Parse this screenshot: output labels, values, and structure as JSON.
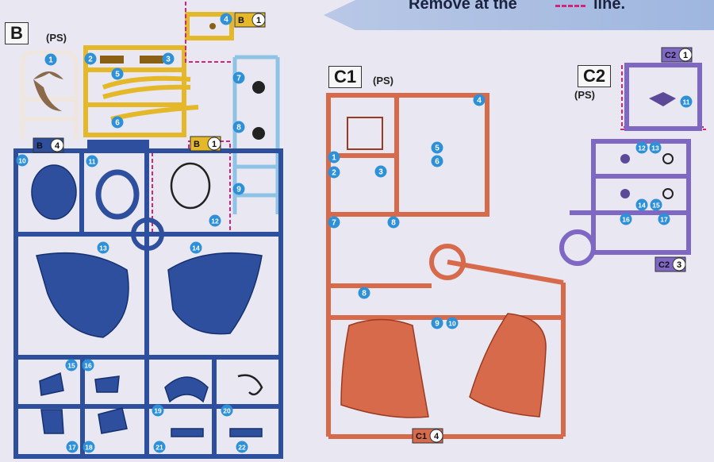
{
  "banner": {
    "prefix": "Remove at the",
    "suffix": "line."
  },
  "runners": {
    "B": {
      "label": "B",
      "material": "(PS)",
      "tag1": "B",
      "tag1_num": "1",
      "tag3": "B",
      "tag3_num": "4",
      "inner": "B",
      "inner_num": "1"
    },
    "C1": {
      "label": "C1",
      "material": "(PS)",
      "tag": "C1",
      "tag_num": "4"
    },
    "C2": {
      "label": "C2",
      "material": "(PS)",
      "tag_top": "C2",
      "tag_top_num": "1",
      "tag_bot": "C2",
      "tag_bot_num": "3"
    }
  },
  "numbers": {
    "b": [
      "1",
      "2",
      "3",
      "4",
      "5",
      "6",
      "7",
      "8",
      "9",
      "10",
      "11",
      "12",
      "13",
      "14",
      "15",
      "16",
      "17",
      "18",
      "19",
      "20",
      "21",
      "22"
    ],
    "c1": [
      "1",
      "2",
      "3",
      "4",
      "5",
      "6",
      "7",
      "8",
      "8",
      "9",
      "10"
    ],
    "c2": [
      "11",
      "12",
      "13",
      "14",
      "15",
      "16",
      "17"
    ]
  },
  "colors": {
    "bg": "#e9e8f2",
    "blue": "#2d4f9e",
    "yellow": "#e4b829",
    "light_blue": "#8ec3e6",
    "beige": "#efe7df",
    "red": "#d86a4c",
    "purple": "#7e68c4",
    "cut_line": "#d0257a",
    "badge": "#2e91d8"
  }
}
